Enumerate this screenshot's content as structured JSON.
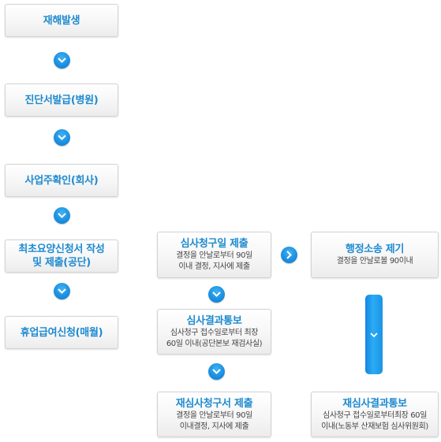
{
  "left_column": [
    {
      "title": "재해발생"
    },
    {
      "title": "진단서발급(병원)"
    },
    {
      "title": "사업주확인(회사)"
    },
    {
      "title_line1": "최초요양신청서  작성",
      "title_line2": "및  제출(공단)"
    },
    {
      "title": "휴업급여신청(매월)"
    }
  ],
  "middle_column": [
    {
      "title": "심사청구일 제출",
      "line1": "결정을 안날로부터 90일",
      "line2": "이내 결정, 지사에 제출"
    },
    {
      "title": "심사결과통보",
      "line1": "심사청구 접수일로부터 최장",
      "line2": "60일 이내(공단본보 재검사실)"
    },
    {
      "title": "재심사청구서 제출",
      "line1": "결정을 안날로부터 90일",
      "line2": "이내결정,  지사에 제출"
    }
  ],
  "right_column": [
    {
      "title": "행정소송 제기",
      "line1": "결정을 안날로볼 90이내"
    },
    {
      "title": "재심사결과통보",
      "line1": "심사청구 접수일로부터최장 60일",
      "line2": "이내(노동부 산재보험 심사위원회)"
    }
  ],
  "colors": {
    "accent": "#1e8ad0",
    "arrow": "#1a8ee0"
  },
  "icons": [
    "chevron-down-icon",
    "chevron-right-icon"
  ]
}
